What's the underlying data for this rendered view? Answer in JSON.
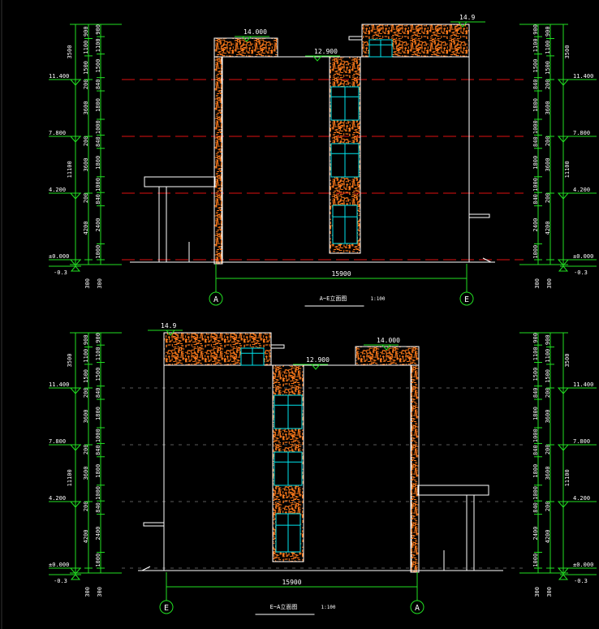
{
  "colors": {
    "background": "#000000",
    "outline": "#ffffff",
    "dimension": "#22e022",
    "texture": "#ff7a1a",
    "window": "#00e5ee",
    "gridline_top": "#e01010",
    "gridline_bottom": "#5a5a5a"
  },
  "drawings": [
    {
      "title": "A~E立面图",
      "scale": "1:100",
      "overall_dimension": "15900",
      "axis_left": "A",
      "axis_right": "E",
      "roof_levels": {
        "high": "14.9",
        "mid": "14.000",
        "stair": "12.900"
      }
    },
    {
      "title": "E~A立面图",
      "scale": "1:100",
      "overall_dimension": "15900",
      "axis_left": "E",
      "axis_right": "A",
      "roof_levels": {
        "high": "14.9",
        "mid": "14.000",
        "stair": "12.900"
      }
    }
  ],
  "levels": [
    "±0.000",
    "4.200",
    "7.800",
    "11.400",
    "-0.3"
  ],
  "ruler": {
    "outer": [
      "11100",
      "3500"
    ],
    "middle": [
      "4200",
      "200",
      "3600",
      "200",
      "3600",
      "200",
      "1500",
      "1100",
      "900"
    ],
    "inner": [
      "1000",
      "2400",
      "840",
      "1000",
      "1800",
      "840",
      "1000",
      "1800",
      "840",
      "1500",
      "1100",
      "900"
    ],
    "base": [
      "300",
      "300"
    ]
  }
}
